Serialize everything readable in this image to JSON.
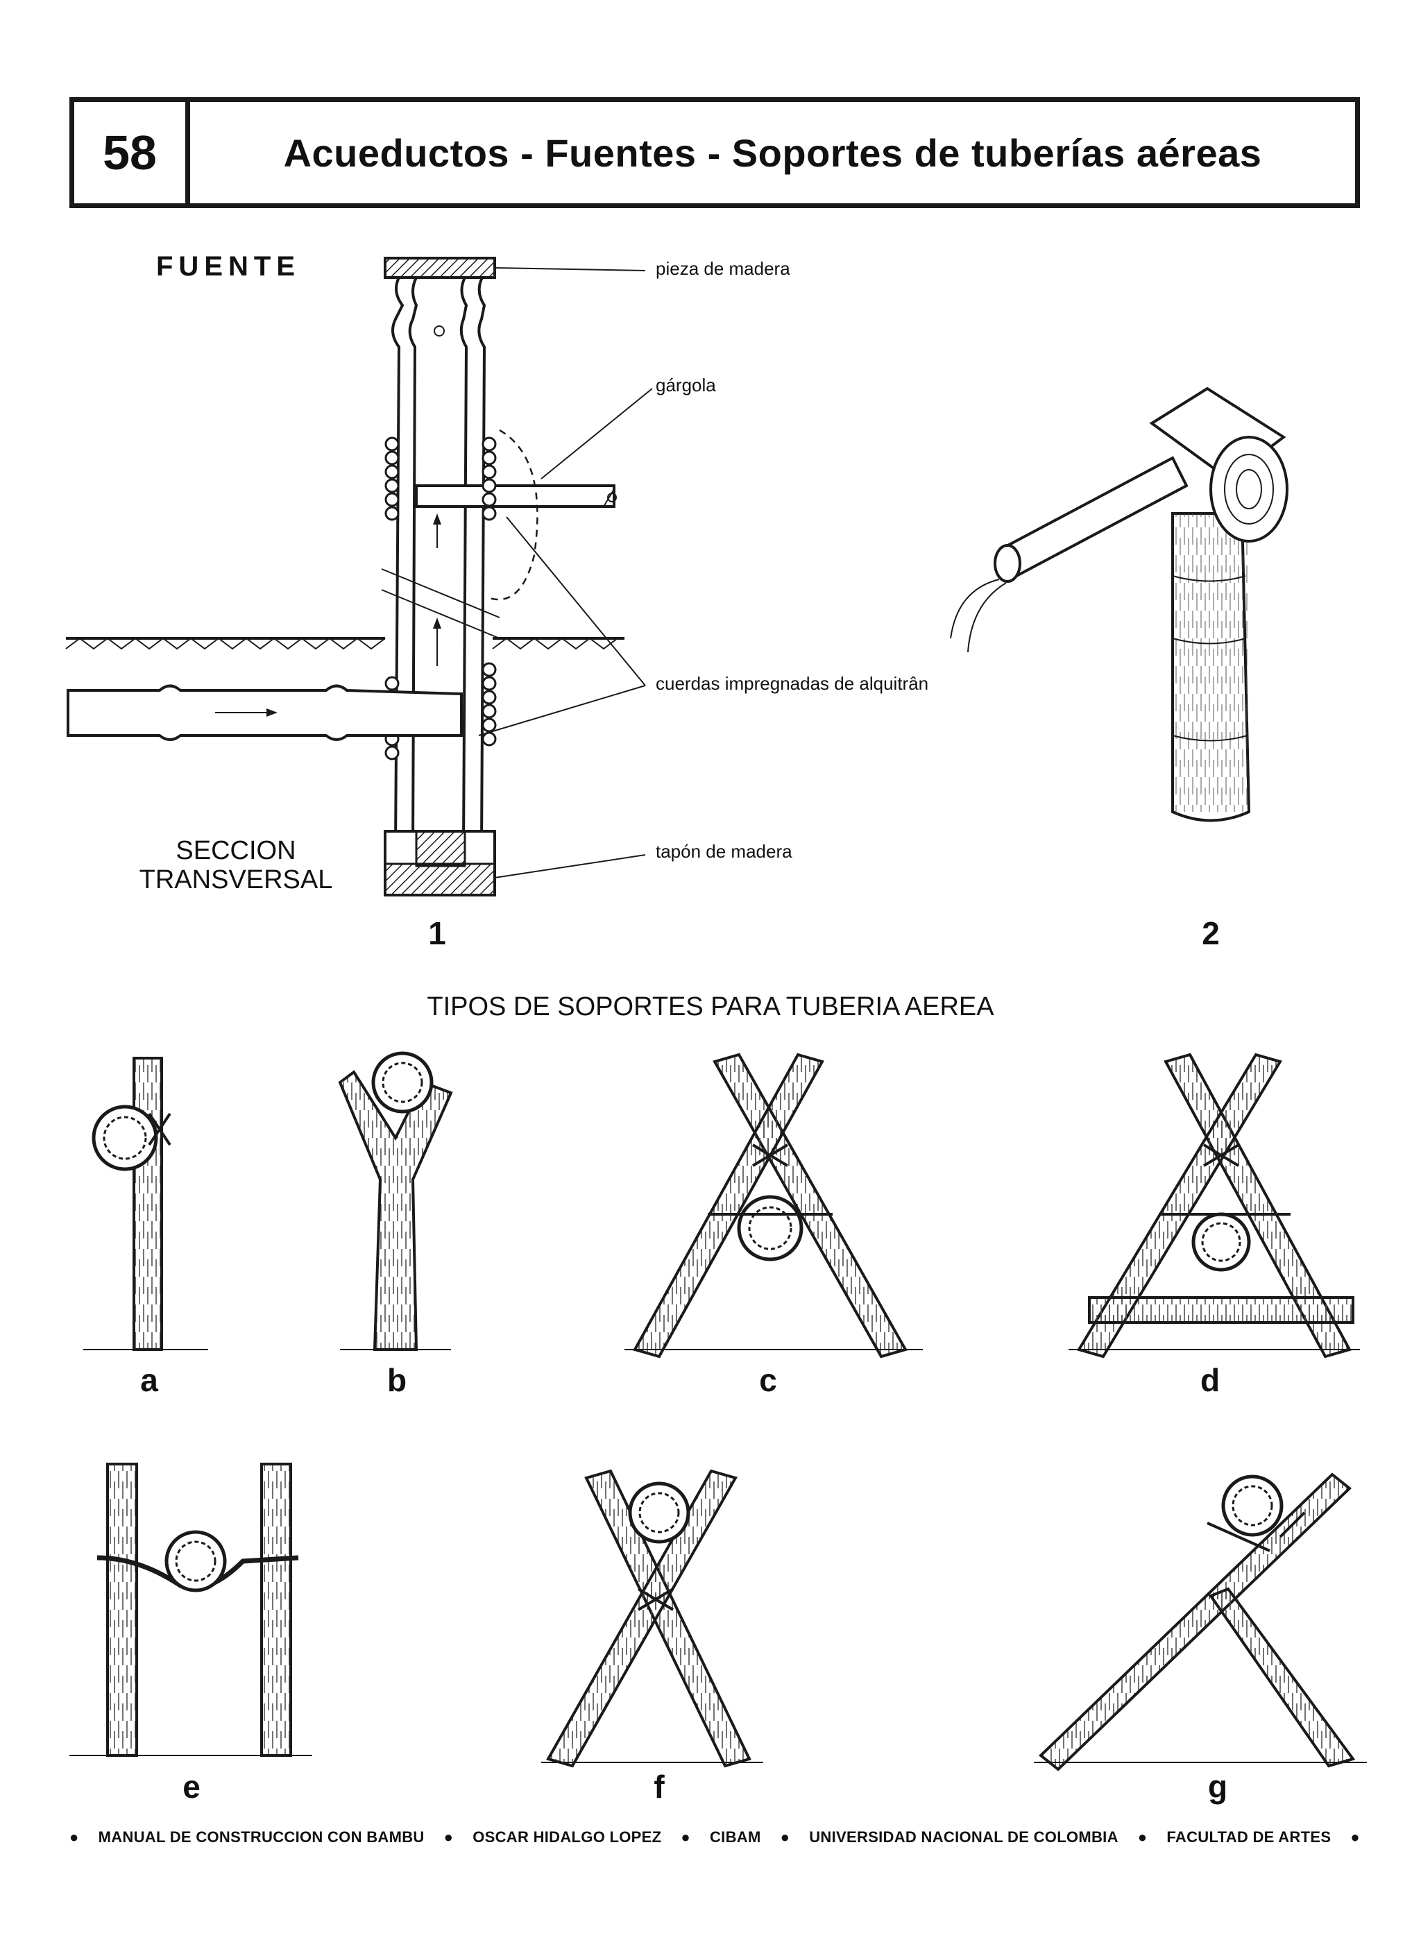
{
  "header": {
    "page_number": "58",
    "title": "Acueductos - Fuentes - Soportes de tuberías aéreas"
  },
  "fountain": {
    "heading": "FUENTE",
    "section_label_line1": "SECCION",
    "section_label_line2": "TRANSVERSAL",
    "callouts": {
      "wood_piece": "pieza de madera",
      "gargoyle": "gárgola",
      "tarred_ropes": "cuerdas impregnadas de alquitrân",
      "wood_plug": "tapón de madera"
    },
    "figure_1": "1",
    "figure_2": "2"
  },
  "supports": {
    "heading": "TIPOS DE SOPORTES PARA TUBERIA AEREA",
    "labels": [
      "a",
      "b",
      "c",
      "d",
      "e",
      "f",
      "g"
    ]
  },
  "footer": {
    "items": [
      "MANUAL DE CONSTRUCCION CON BAMBU",
      "OSCAR HIDALGO LOPEZ",
      "CIBAM",
      "UNIVERSIDAD NACIONAL DE COLOMBIA",
      "FACULTAD DE ARTES"
    ]
  }
}
